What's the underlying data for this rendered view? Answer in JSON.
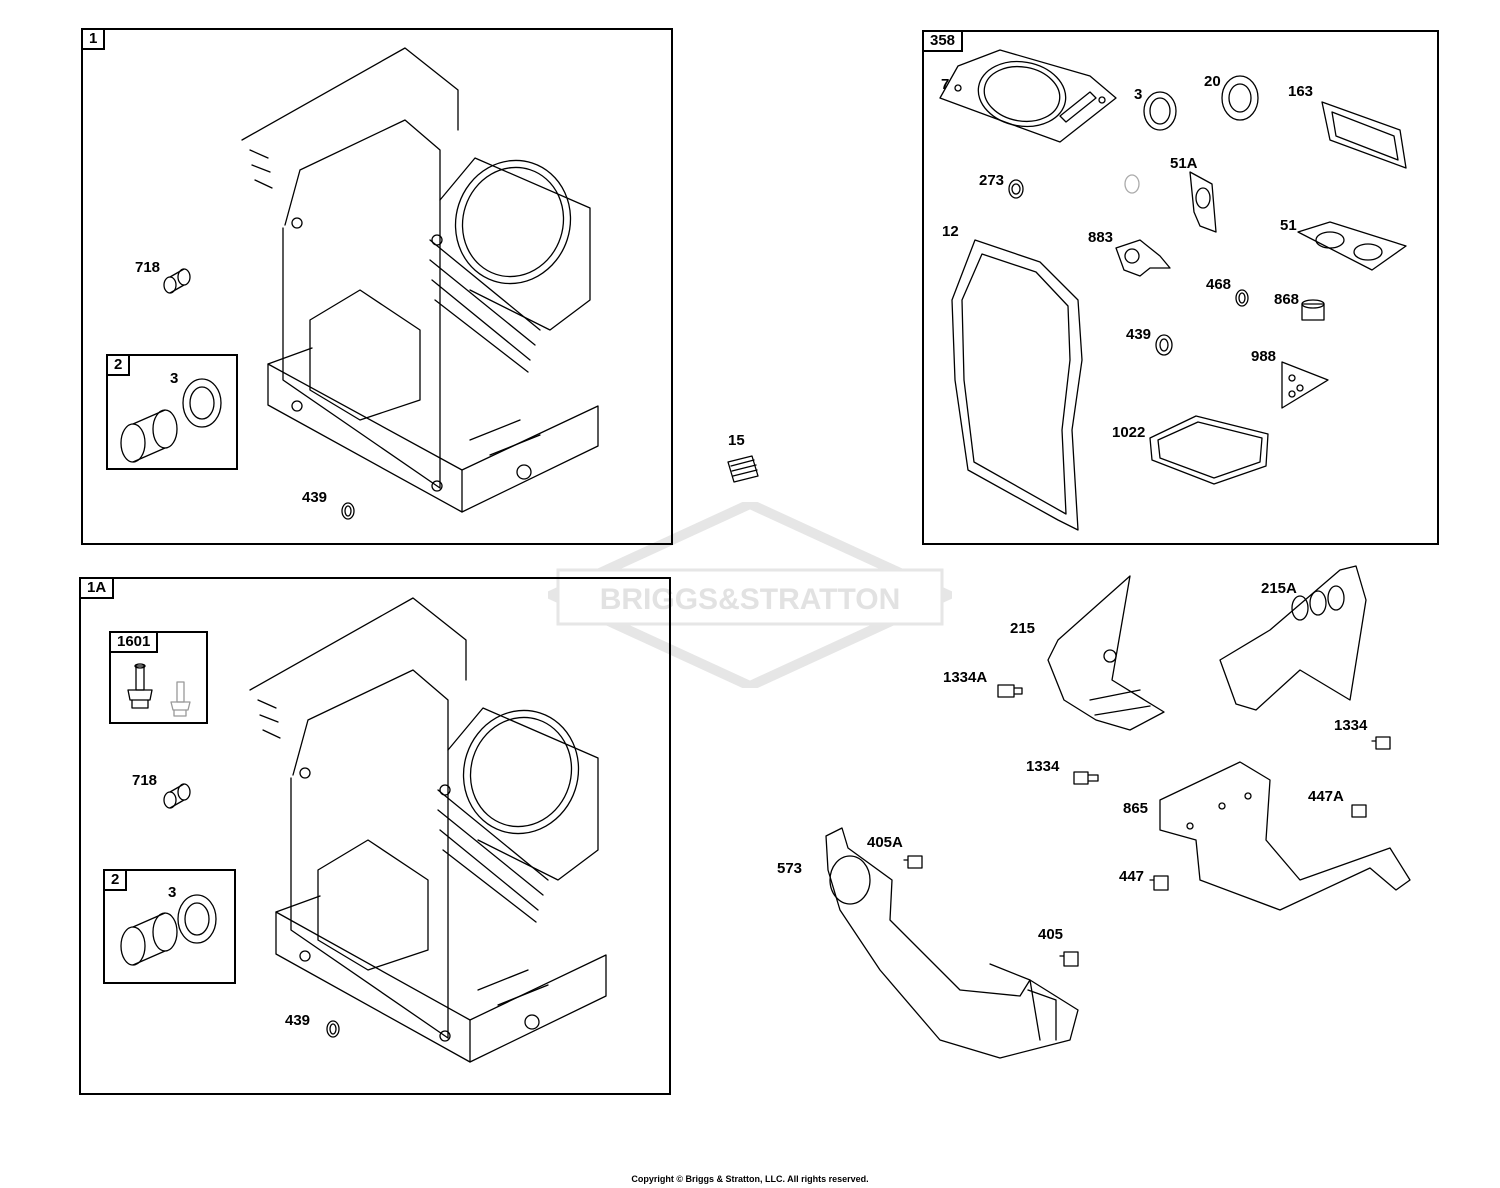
{
  "watermark": {
    "brand": "BRIGGS&STRATTON"
  },
  "copyright": "Copyright © Briggs & Stratton, LLC. All rights reserved.",
  "boxes": {
    "box_1": {
      "tag": "1",
      "labels": {
        "p718": "718",
        "p439": "439",
        "p3": "3"
      },
      "subkit": {
        "tag": "2"
      }
    },
    "box_1a": {
      "tag": "1A",
      "labels": {
        "p718": "718",
        "p439": "439",
        "p3": "3"
      },
      "subkit": {
        "tag": "2"
      },
      "subkit_1601": {
        "tag": "1601"
      }
    },
    "box_358": {
      "tag": "358",
      "labels": {
        "p7": "7",
        "p3": "3",
        "p20": "20",
        "p163": "163",
        "p273": "273",
        "p51A": "51A",
        "p883": "883",
        "p51": "51",
        "p12": "12",
        "p468": "468",
        "p868": "868",
        "p439": "439",
        "p988": "988",
        "p1022": "1022"
      }
    }
  },
  "loose_parts": {
    "p15": "15",
    "p215": "215",
    "p215A": "215A",
    "p1334A": "1334A",
    "p1334a": "1334",
    "p1334b": "1334",
    "p865": "865",
    "p447A": "447A",
    "p405A": "405A",
    "p573": "573",
    "p447": "447",
    "p405": "405"
  }
}
